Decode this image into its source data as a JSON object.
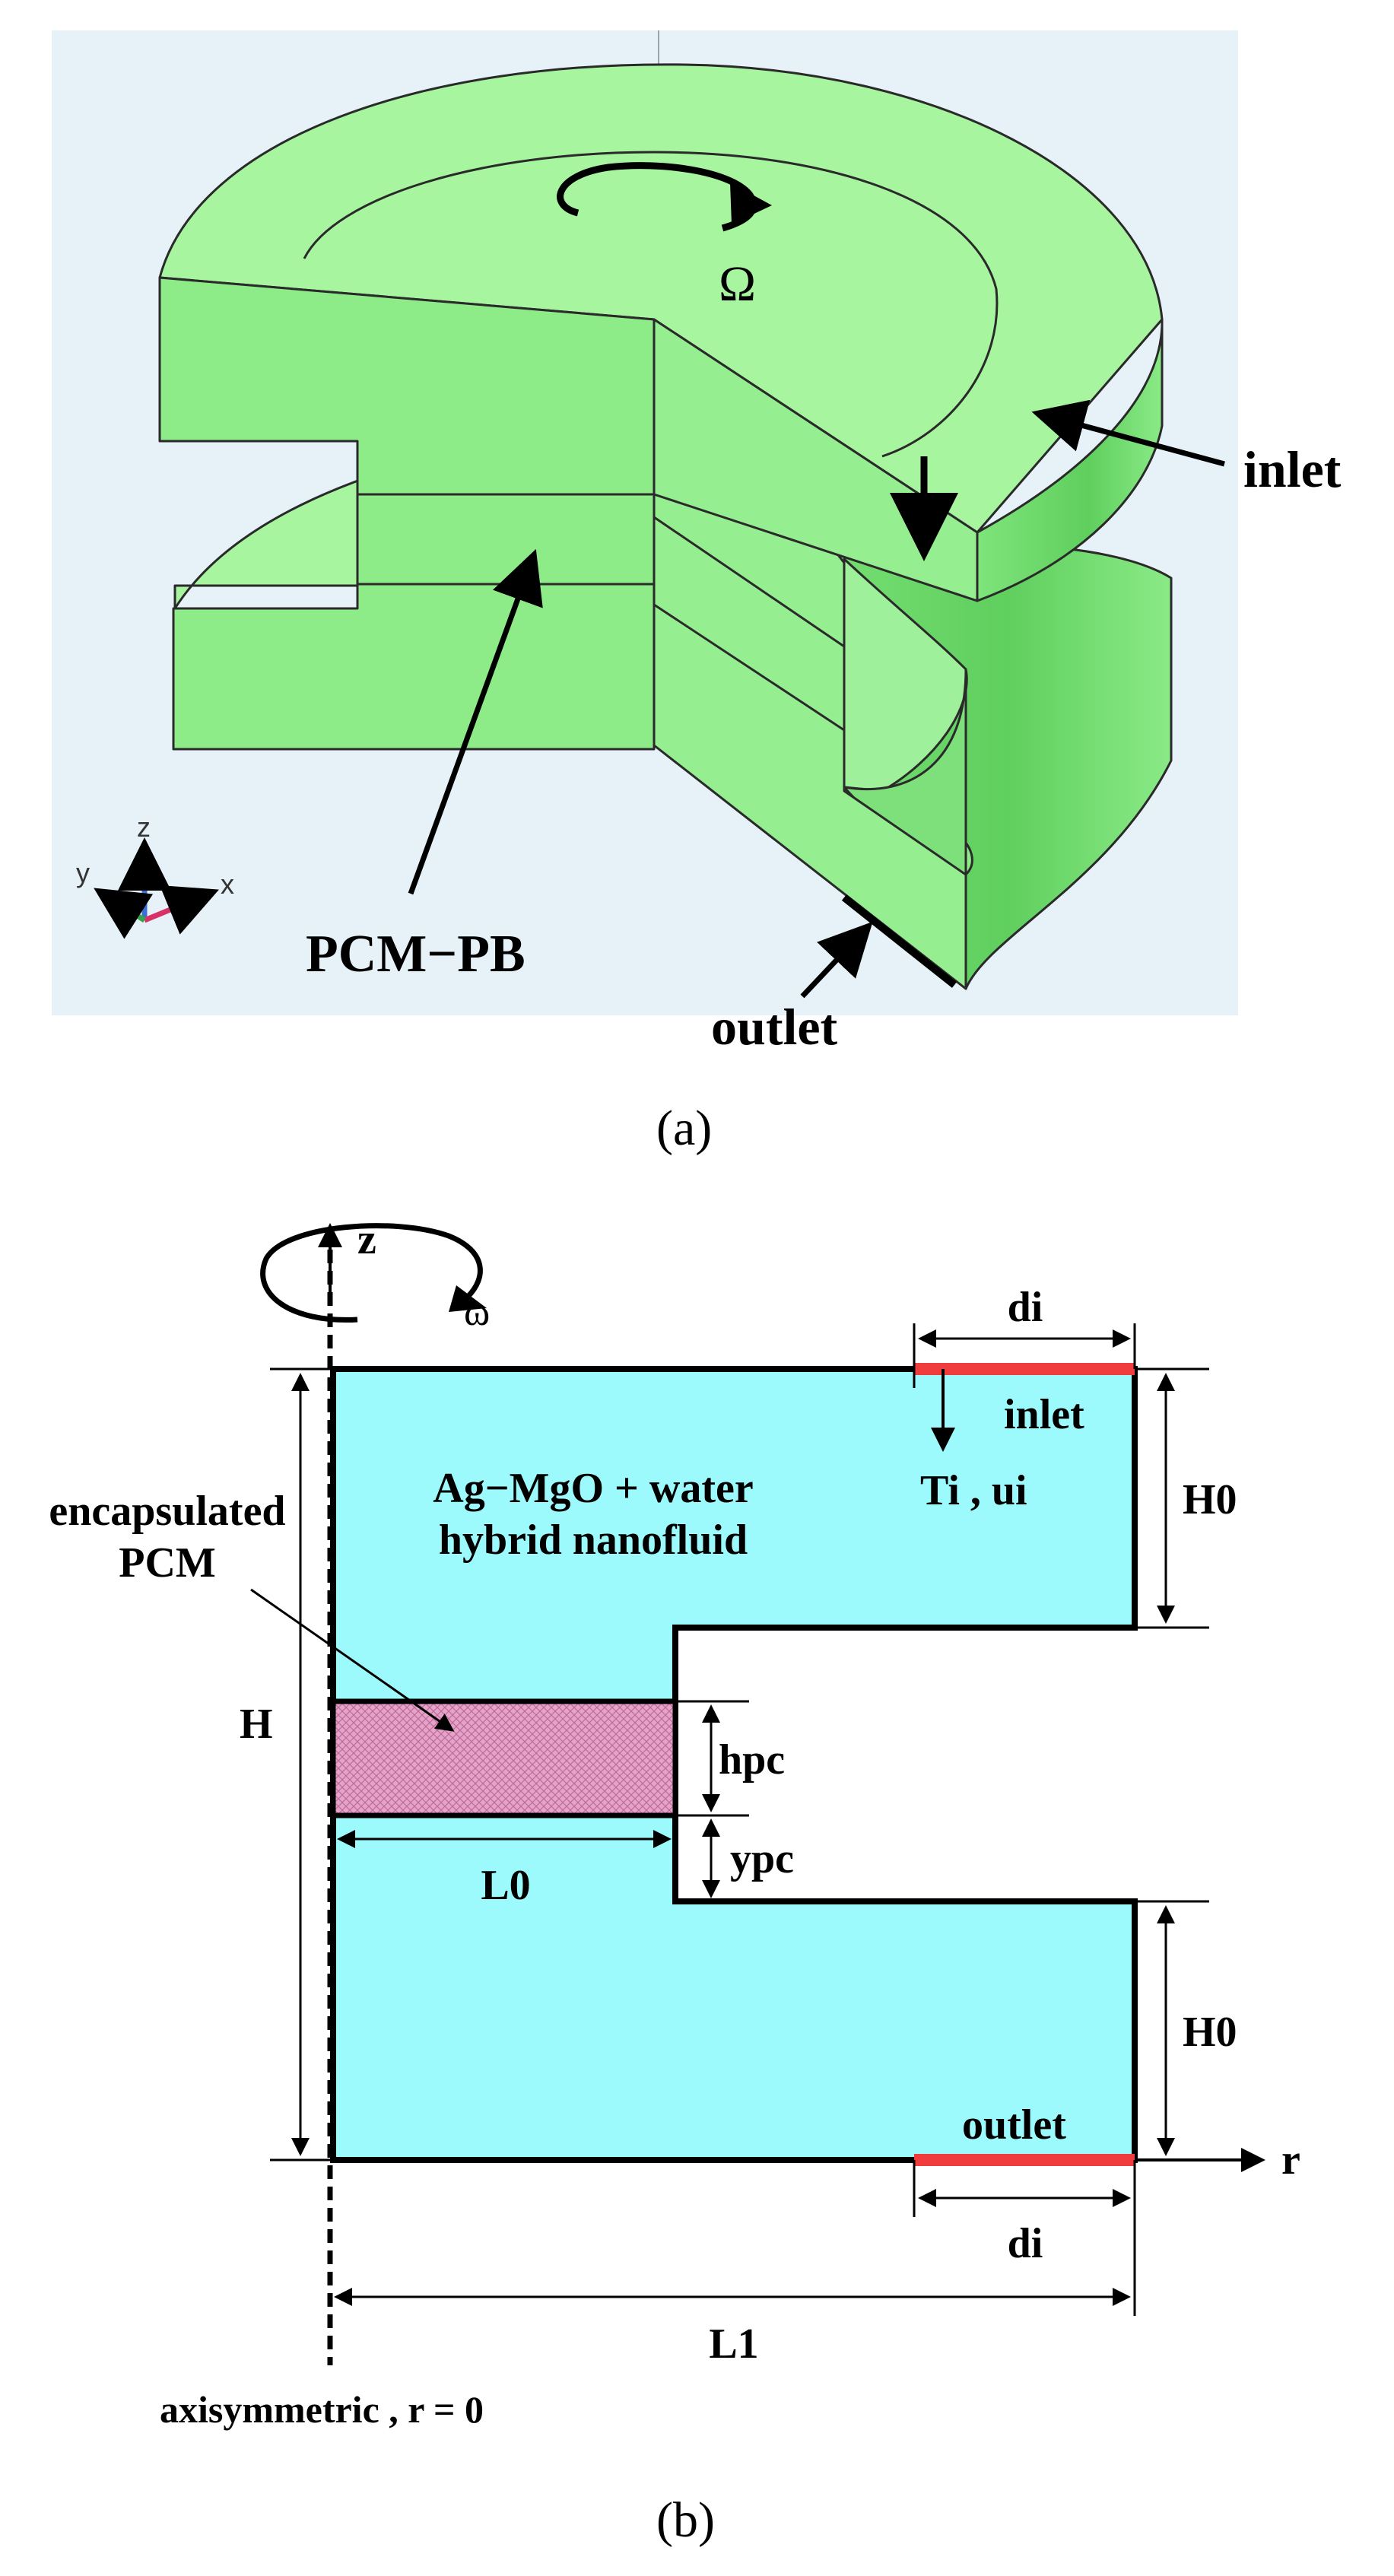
{
  "panel_a": {
    "rotation_symbol": "Ω",
    "inlet_label": "inlet",
    "outlet_label": "outlet",
    "pcm_label": "PCM−PB",
    "axes": {
      "x": "x",
      "y": "y",
      "z": "z"
    },
    "caption": "(a)",
    "colors": {
      "body_top": "#a8f5a0",
      "body_side": "#8deb88",
      "body_dark": "#5fd35f",
      "background": "#e6f1f8"
    }
  },
  "panel_b": {
    "rotation_symbol": "ω",
    "z_label": "z",
    "r_label": "r",
    "fluid_line1": "Ag−MgO + water",
    "fluid_line2": "hybrid nanofluid",
    "pcm_line1": "encapsulated",
    "pcm_line2": "PCM",
    "inlet_label": "inlet",
    "inlet_conditions": "Ti , ui",
    "outlet_label": "outlet",
    "dimensions": {
      "di_top": "di",
      "di_bottom": "di",
      "H0_top": "H0",
      "H0_bottom": "H0",
      "H": "H",
      "hpc": "hpc",
      "ypc": "ypc",
      "L0": "L0",
      "L1": "L1"
    },
    "axis_note": "axisymmetric , r = 0",
    "caption": "(b)",
    "colors": {
      "fluid": "#9cfafc",
      "pcm": "#e4a4c8",
      "boundary": "#f03c3c"
    }
  }
}
